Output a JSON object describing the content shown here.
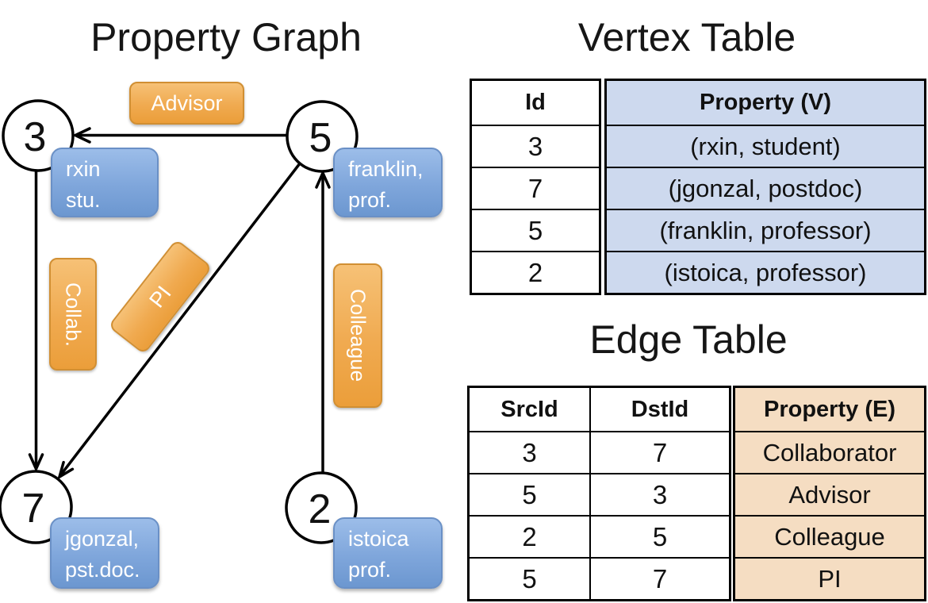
{
  "colors": {
    "edge_label_orange": "#F0AA50",
    "vertex_label_blue": "#7FA6DB",
    "vertex_table_fill": "#CDD9EE",
    "edge_table_fill": "#F5DDC2",
    "line_black": "#000000"
  },
  "titles": {
    "graph": "Property Graph",
    "vertex_table": "Vertex Table",
    "edge_table": "Edge Table"
  },
  "graph": {
    "nodes": {
      "n3": {
        "id": "3",
        "prop_line1": "rxin",
        "prop_line2": "stu."
      },
      "n5": {
        "id": "5",
        "prop_line1": "franklin,",
        "prop_line2": "prof."
      },
      "n7": {
        "id": "7",
        "prop_line1": "jgonzal,",
        "prop_line2": "pst.doc."
      },
      "n2": {
        "id": "2",
        "prop_line1": "istoica",
        "prop_line2": "prof."
      }
    },
    "edge_labels": {
      "advisor": "Advisor",
      "collab": "Collab.",
      "pi": "PI",
      "colleague": "Colleague"
    }
  },
  "vertex_table": {
    "headers": {
      "id": "Id",
      "property": "Property (V)"
    },
    "rows": [
      {
        "id": "3",
        "property": "(rxin, student)"
      },
      {
        "id": "7",
        "property": "(jgonzal, postdoc)"
      },
      {
        "id": "5",
        "property": "(franklin, professor)"
      },
      {
        "id": "2",
        "property": "(istoica, professor)"
      }
    ]
  },
  "edge_table": {
    "headers": {
      "src": "SrcId",
      "dst": "DstId",
      "property": "Property (E)"
    },
    "rows": [
      {
        "src": "3",
        "dst": "7",
        "property": "Collaborator"
      },
      {
        "src": "5",
        "dst": "3",
        "property": "Advisor"
      },
      {
        "src": "2",
        "dst": "5",
        "property": "Colleague"
      },
      {
        "src": "5",
        "dst": "7",
        "property": "PI"
      }
    ]
  }
}
